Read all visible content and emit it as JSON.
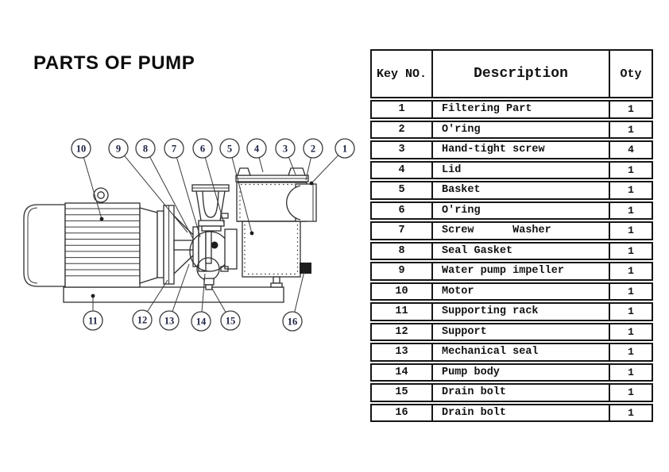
{
  "title": "PARTS OF PUMP",
  "table": {
    "headers": {
      "key": "Key NO.",
      "desc": "Description",
      "qty": "Oty"
    },
    "rows": [
      {
        "key": "1",
        "desc": "Filtering Part",
        "qty": "1"
      },
      {
        "key": "2",
        "desc": "O'ring",
        "qty": "1"
      },
      {
        "key": "3",
        "desc": "Hand-tight screw",
        "qty": "4"
      },
      {
        "key": "4",
        "desc": "Lid",
        "qty": "1"
      },
      {
        "key": "5",
        "desc": "Basket",
        "qty": "1"
      },
      {
        "key": "6",
        "desc": "O'ring",
        "qty": "1"
      },
      {
        "key": "7",
        "desc": "Screw      Washer",
        "qty": "1"
      },
      {
        "key": "8",
        "desc": "Seal Gasket",
        "qty": "1"
      },
      {
        "key": "9",
        "desc": "Water pump impeller",
        "qty": "1"
      },
      {
        "key": "10",
        "desc": "Motor",
        "qty": "1"
      },
      {
        "key": "11",
        "desc": "Supporting rack",
        "qty": "1"
      },
      {
        "key": "12",
        "desc": "Support",
        "qty": "1"
      },
      {
        "key": "13",
        "desc": "Mechanical seal",
        "qty": "1"
      },
      {
        "key": "14",
        "desc": "Pump body",
        "qty": "1"
      },
      {
        "key": "15",
        "desc": "Drain bolt",
        "qty": "1"
      },
      {
        "key": "16",
        "desc": "Drain bolt",
        "qty": "1"
      }
    ]
  },
  "diagram": {
    "callouts": [
      "1",
      "2",
      "3",
      "4",
      "5",
      "6",
      "7",
      "8",
      "9",
      "10",
      "11",
      "12",
      "13",
      "14",
      "15",
      "16"
    ]
  },
  "colors": {
    "line": "#2e2e2e",
    "callout_text": "#1b2040",
    "table_border": "#151515"
  }
}
